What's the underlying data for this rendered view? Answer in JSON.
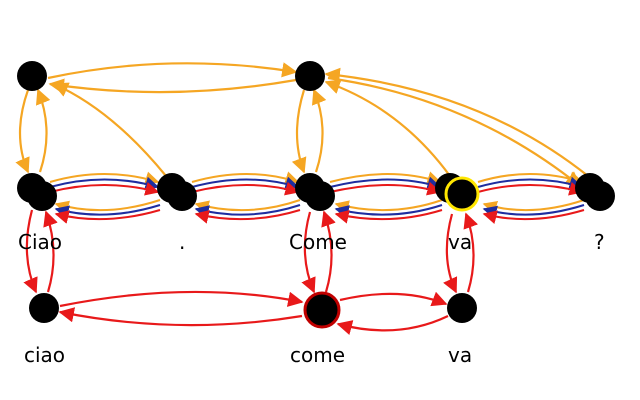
{
  "colors": {
    "orange": "#F5A623",
    "red": "#E8191A",
    "blue": "#1E2DA0",
    "node": "#000000",
    "highlight_yellow": "#FFE600",
    "highlight_red": "#C00000"
  },
  "token_labels": [
    "Ciao",
    ".",
    "Come",
    "va",
    "?"
  ],
  "lower_labels": [
    "ciao",
    "come",
    "va"
  ]
}
